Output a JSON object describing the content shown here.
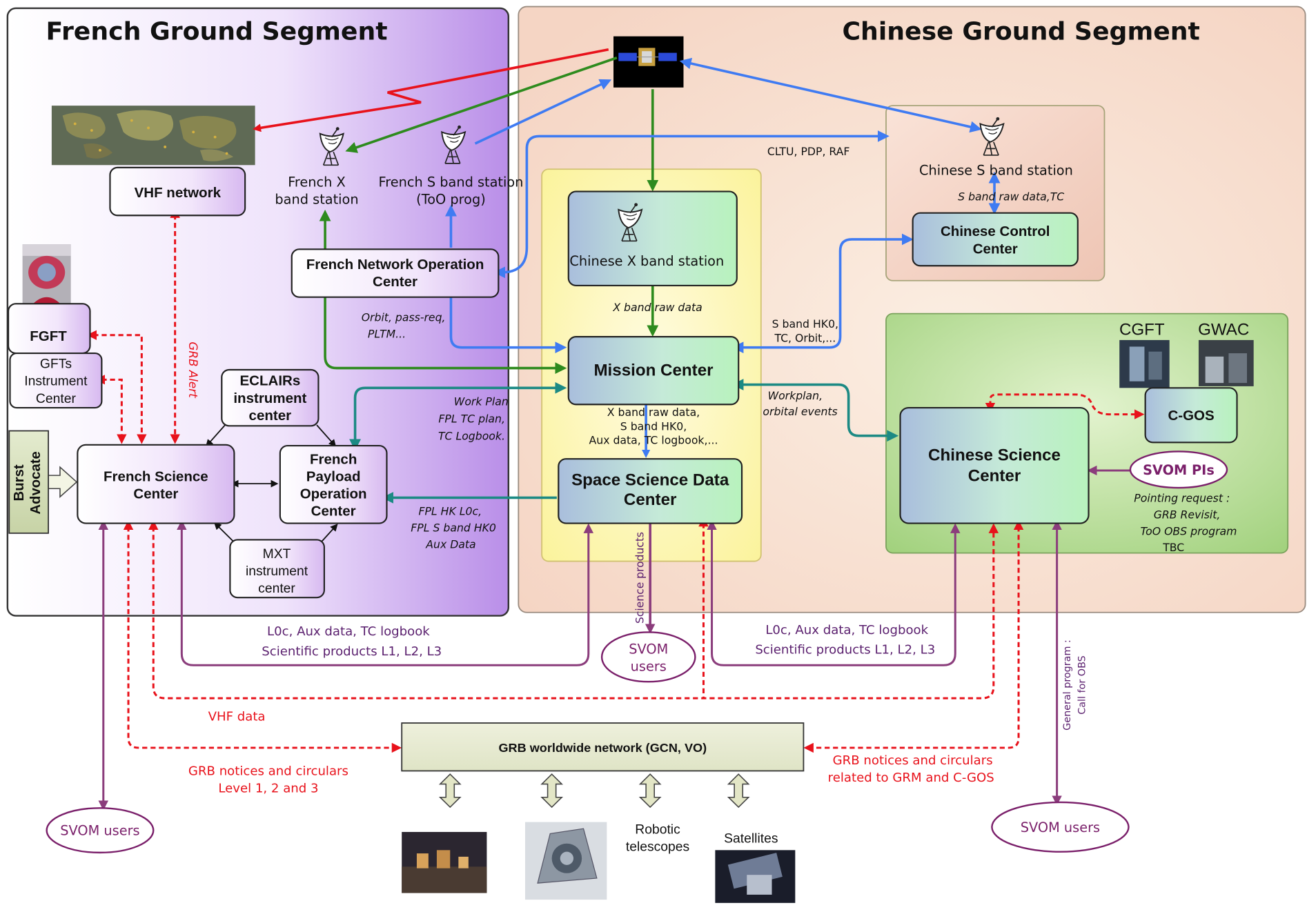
{
  "segments": {
    "french_title": "French Ground Segment",
    "chinese_title": "Chinese Ground Segment"
  },
  "boxes": {
    "vhf_network": "VHF network",
    "fgft": "FGFT",
    "gfts_center": [
      "GFTs",
      "Instrument",
      "Center"
    ],
    "eclairs": [
      "ECLAIRs",
      "instrument",
      "center"
    ],
    "french_science": [
      "French Science",
      "Center"
    ],
    "burst_advocate": [
      "Burst",
      "Advocate"
    ],
    "fpoc": [
      "French",
      "Payload",
      "Operation",
      "Center"
    ],
    "mxt": [
      "MXT",
      "instrument",
      "center"
    ],
    "fnoc": [
      "French Network Operation",
      "Center"
    ],
    "chinese_x_band_station": "Chinese X band station",
    "mission_center": "Mission Center",
    "ssdc": [
      "Space Science Data",
      "Center"
    ],
    "chinese_control": [
      "Chinese Control",
      "Center"
    ],
    "chinese_science": [
      "Chinese Science",
      "Center"
    ],
    "cgos": "C-GOS",
    "grb_network": "GRB worldwide network (GCN, VO)"
  },
  "stations": {
    "french_x": [
      "French X",
      "band  station"
    ],
    "french_s": [
      "French  S band station",
      "(ToO prog)"
    ],
    "chinese_s": "Chinese S band station"
  },
  "images": {
    "cgft": "CGFT",
    "gwac": "GWAC",
    "robotic": [
      "Robotic",
      "telescopes"
    ],
    "satellites": "Satellites"
  },
  "ellipses": {
    "svom_pis": "SVOM PIs",
    "svom_users_center": [
      "SVOM",
      "users"
    ],
    "svom_users_left": "SVOM users",
    "svom_users_right": "SVOM users"
  },
  "labels": {
    "cltu": "CLTU, PDP, RAF",
    "s_band_raw": "S band raw data,TC",
    "x_band_raw": "X band raw data",
    "s_band_hk0": [
      "S band HK0,",
      "TC, Orbit,..."
    ],
    "orbit_pass": [
      "Orbit, pass-req,",
      "PLTM..."
    ],
    "work_plan": [
      "Work Plan",
      "FPL TC plan,",
      "TC Logbook."
    ],
    "x_band_raw_data": [
      "X band raw  data,",
      "S band HK0,",
      "Aux data, TC logbook,..."
    ],
    "workplan_orbital": [
      "Workplan,",
      "orbital events"
    ],
    "fpl_hk": [
      "FPL HK L0c,",
      "FPL S band HK0",
      "Aux Data"
    ],
    "pointing_request": [
      "Pointing request :",
      "GRB Revisit,",
      "ToO OBS program",
      "TBC"
    ],
    "science_products": "Science products",
    "l0c_left": [
      "L0c, Aux data, TC logbook",
      "Scientific products L1, L2, L3"
    ],
    "l0c_right": [
      "L0c, Aux data, TC logbook",
      "Scientific products L1, L2, L3"
    ],
    "vhf_data": "VHF data",
    "grb_notices_left": [
      "GRB notices and circulars",
      "Level 1, 2 and 3"
    ],
    "grb_notices_right": [
      "GRB notices and circulars",
      "related to GRM and C-GOS"
    ],
    "general_program": [
      "General program :",
      "Call for OBS"
    ],
    "grb_alert": "GRB Alert"
  }
}
